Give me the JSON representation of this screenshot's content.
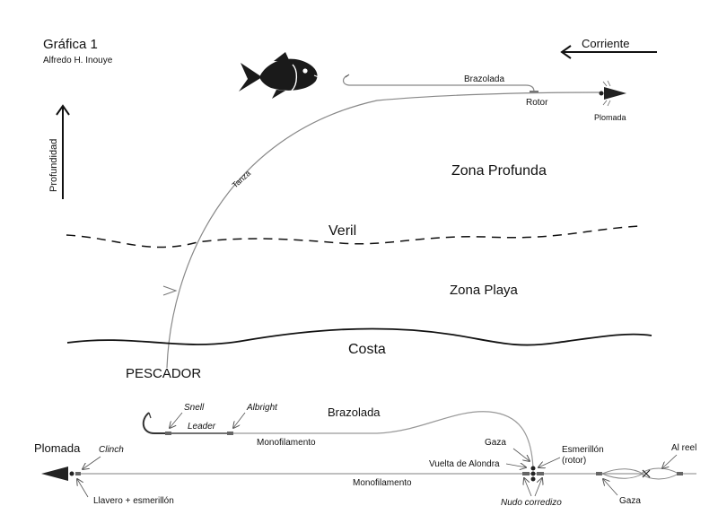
{
  "header": {
    "title": "Gráfica 1",
    "author": "Alfredo H. Inouye"
  },
  "current_label": "Corriente",
  "depth_label": "Profundidad",
  "top_scene": {
    "brazolada": "Brazolada",
    "rotor": "Rotor",
    "plomada": "Plomada",
    "tanza": "Tanza",
    "zona_profunda": "Zona Profunda",
    "veril": "Veril",
    "zona_playa": "Zona Playa",
    "costa": "Costa",
    "pescador": "PESCADOR"
  },
  "rig": {
    "snell": "Snell",
    "albright": "Albright",
    "leader": "Leader",
    "brazolada": "Brazolada",
    "monofilamento_upper": "Monofilamento",
    "plomada": "Plomada",
    "clinch": "Clinch",
    "gaza_top": "Gaza",
    "esmerillon_1": "Esmerillón",
    "esmerillon_2": "(rotor)",
    "vuelta": "Vuelta de Alondra",
    "al_reel": "Al reel",
    "monofilamento_main": "Monofilamento",
    "llavero": "Llavero + esmerillón",
    "nudo": "Nudo corredizo",
    "gaza_bottom": "Gaza"
  },
  "colors": {
    "ink": "#111111",
    "line": "#9a9a9a",
    "fish": "#1a1a1a"
  }
}
